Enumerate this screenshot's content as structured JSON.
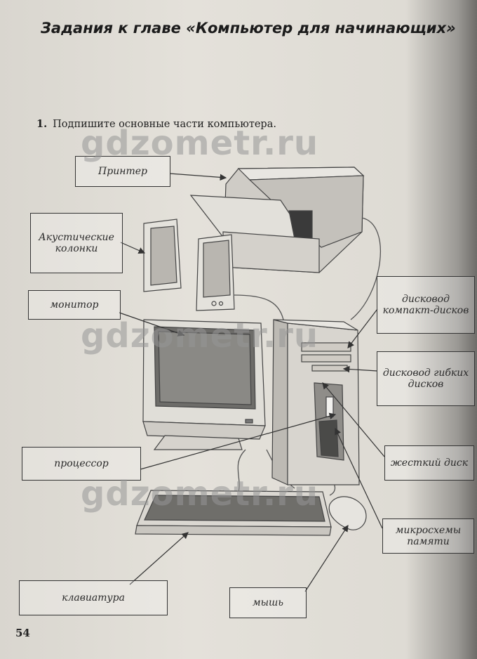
{
  "chapter_title": "Задания к главе «Компьютер для начинающих»",
  "task": {
    "number": "1.",
    "text": "Подпишите основные части компьютера."
  },
  "labels": {
    "printer": "Принтер",
    "speakers": "Акустические колонки",
    "monitor": "монитор",
    "cd_drive": "дисковод компакт-дисков",
    "floppy_drive": "дисковод гибких дисков",
    "processor": "процессор",
    "hard_disk": "жесткий диск",
    "memory": "микросхемы памяти",
    "keyboard": "клавиатура",
    "mouse": "мышь"
  },
  "watermark": "gdzometr.ru",
  "page_number": "54"
}
